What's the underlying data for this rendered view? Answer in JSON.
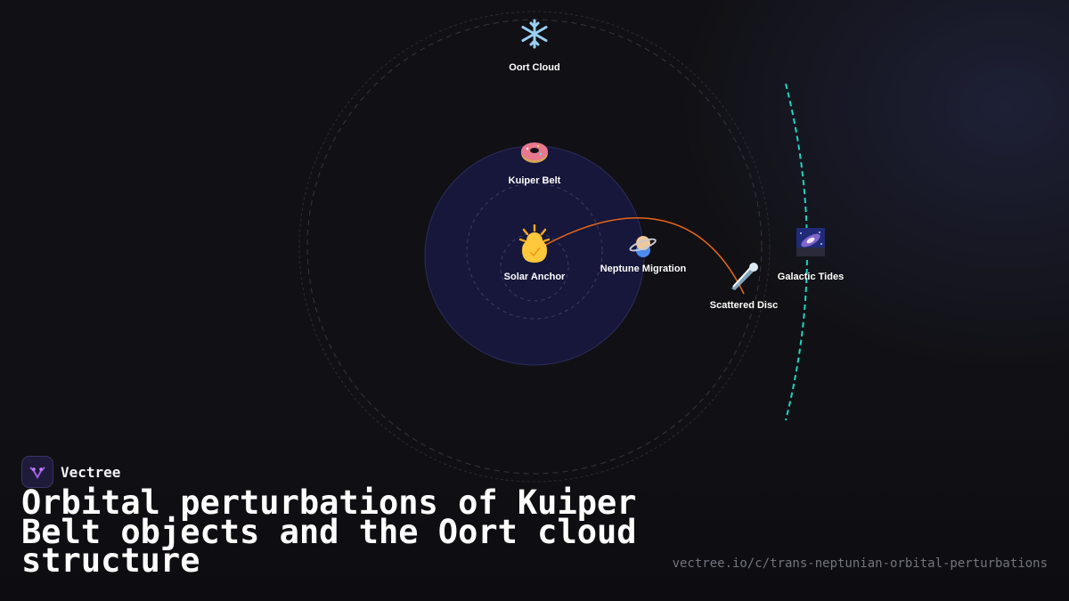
{
  "brand": {
    "name": "Vectree"
  },
  "title": "Orbital perturbations of Kuiper Belt objects and the Oort cloud structure",
  "url": "vectree.io/c/trans-neptunian-orbital-perturbations",
  "colors": {
    "background": "#111115",
    "accent_orange": "#e8651a",
    "accent_teal": "#19d6c2",
    "inner_disc": "#16173a"
  },
  "nodes": {
    "oort_cloud": {
      "label": "Oort Cloud",
      "icon": "snowflake-icon"
    },
    "kuiper_belt": {
      "label": "Kuiper Belt",
      "icon": "donut-icon"
    },
    "solar_anchor": {
      "label": "Solar Anchor",
      "icon": "sun-icon"
    },
    "neptune_migration": {
      "label": "Neptune Migration",
      "icon": "ringed-planet-icon"
    },
    "scattered_disc": {
      "label": "Scattered Disc",
      "icon": "comet-icon"
    },
    "galactic_tides": {
      "label": "Galactic Tides",
      "icon": "galaxy-icon"
    }
  }
}
